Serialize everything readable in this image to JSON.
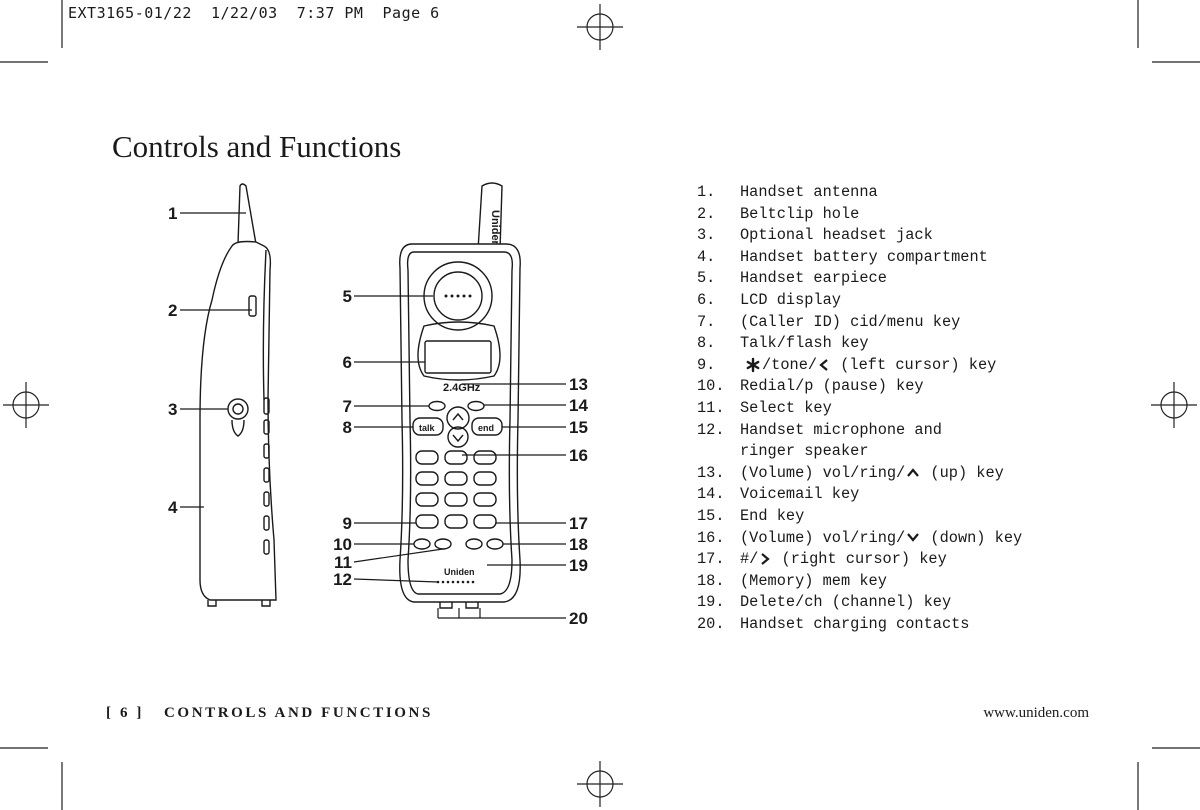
{
  "slug": "EXT3165-01/22  1/22/03  7:37 PM  Page 6",
  "page_title": "Controls and Functions",
  "handset_brand": "Uniden",
  "handset_band": "2.4GHz",
  "callouts": [
    "1",
    "2",
    "3",
    "4",
    "5",
    "6",
    "7",
    "8",
    "9",
    "10",
    "11",
    "12",
    "13",
    "14",
    "15",
    "16",
    "17",
    "18",
    "19",
    "20"
  ],
  "items": [
    {
      "num": "1.",
      "text": "Handset antenna"
    },
    {
      "num": "2.",
      "text": "Beltclip hole"
    },
    {
      "num": "3.",
      "text": "Optional headset jack"
    },
    {
      "num": "4.",
      "text": "Handset battery compartment"
    },
    {
      "num": "5.",
      "text": "Handset earpiece"
    },
    {
      "num": "6.",
      "text": "LCD display"
    },
    {
      "num": "7.",
      "text": "(Caller ID) cid/menu key"
    },
    {
      "num": "8.",
      "text": "Talk/flash key"
    },
    {
      "num": "9.",
      "pre": "",
      "icon": "star-icon",
      "mid": "/tone/",
      "icon2": "left-chevron-icon",
      "post": " (left cursor) key"
    },
    {
      "num": "10.",
      "text": "Redial/p (pause) key"
    },
    {
      "num": "11.",
      "text": "Select key"
    },
    {
      "num": "12.",
      "text": "Handset microphone and",
      "cont": "ringer speaker"
    },
    {
      "num": "13.",
      "pre": "(Volume) vol/ring/",
      "icon": "up-chevron-icon",
      "post": " (up) key"
    },
    {
      "num": "14.",
      "text": "Voicemail key"
    },
    {
      "num": "15.",
      "text": "End key"
    },
    {
      "num": "16.",
      "pre": "(Volume) vol/ring/",
      "icon": "down-chevron-icon",
      "post": " (down) key"
    },
    {
      "num": "17.",
      "pre": "#/",
      "icon": "right-chevron-icon",
      "post": " (right cursor) key"
    },
    {
      "num": "18.",
      "text": "(Memory) mem key"
    },
    {
      "num": "19.",
      "text": "Delete/ch (channel) key"
    },
    {
      "num": "20.",
      "text": "Handset charging contacts"
    }
  ],
  "footer": {
    "page_marker": "[ 6 ]",
    "section": "CONTROLS AND FUNCTIONS",
    "url": "www.uniden.com"
  }
}
